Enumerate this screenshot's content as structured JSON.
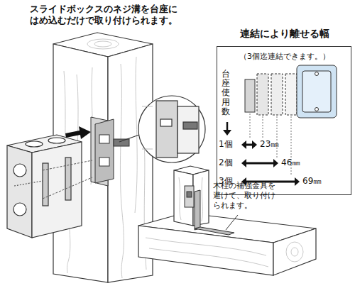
{
  "diagram": {
    "nodes": [
      {
        "text": [
          "連結により離せる幅",
          "（3個迄連結できます。）"
        ]
      }
    ],
    "labels": [
      "スライドボックスのネジ溝を台座に はめ込むだけで取り付けられます。",
      "台座使用数",
      "1個",
      "23㎜",
      "2個",
      "46㎜",
      "3個",
      "69㎜",
      "木柱の補強金具を 避けて、取り付け られます。"
    ]
  }
}
